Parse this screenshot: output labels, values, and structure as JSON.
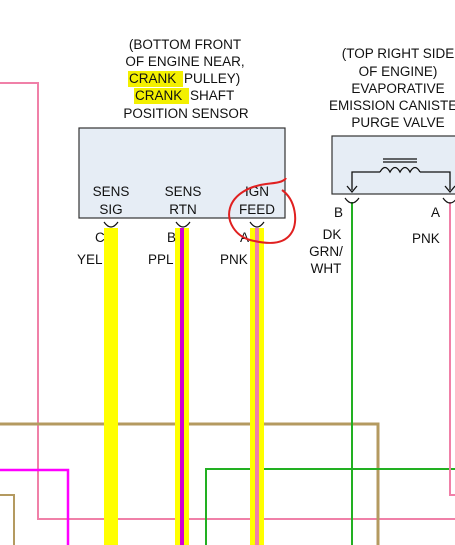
{
  "colors": {
    "yellow_wire": "#ffff00",
    "pink_wire": "#f080a8",
    "magenta_wire": "#ff00ff",
    "tan_wire": "#b49a60",
    "green_wire": "#22b022",
    "purple_stripe": "#d300d3",
    "highlight": "#f3f000",
    "annotation_circle": "#e02020",
    "component_fill": "#e6edf5"
  },
  "ckp_sensor": {
    "title_lines": [
      "(BOTTOM FRONT",
      "OF ENGINE NEAR,",
      "PULLEY)",
      "SHAFT",
      "POSITION SENSOR"
    ],
    "highlight_word": "CRANK",
    "pins": [
      {
        "name_line1": "SENS",
        "name_line2": "SIG",
        "pin": "C",
        "wire": "YEL"
      },
      {
        "name_line1": "SENS",
        "name_line2": "RTN",
        "pin": "B",
        "wire": "PPL"
      },
      {
        "name_line1": "IGN",
        "name_line2": "FEED",
        "pin": "A",
        "wire": "PNK"
      }
    ]
  },
  "evap_valve": {
    "title_lines": [
      "(TOP RIGHT SIDE",
      "OF ENGINE)",
      "EVAPORATIVE",
      "EMISSION CANISTER",
      "PURGE VALVE"
    ],
    "pins": [
      {
        "pin": "B",
        "wire_lines": [
          "DK",
          "GRN/",
          "WHT"
        ]
      },
      {
        "pin": "A",
        "wire_lines": [
          "PNK"
        ]
      }
    ]
  }
}
